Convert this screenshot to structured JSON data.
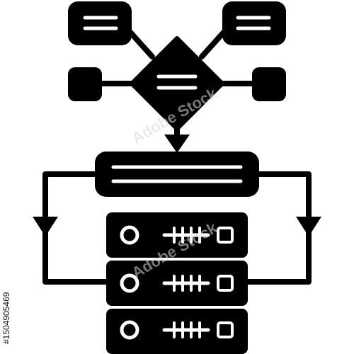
{
  "icon": {
    "name": "database-flow-diagram-icon",
    "style": "glyph",
    "foreground": "#000000",
    "background": "#ffffff",
    "nodes": [
      "top-left-box",
      "top-right-box",
      "left-box",
      "right-box",
      "center-diamond"
    ],
    "server_units": 3
  },
  "watermark": {
    "brand": "Adobe Stock",
    "color": "#d9d9d9"
  },
  "stock_id": "#1504905469"
}
